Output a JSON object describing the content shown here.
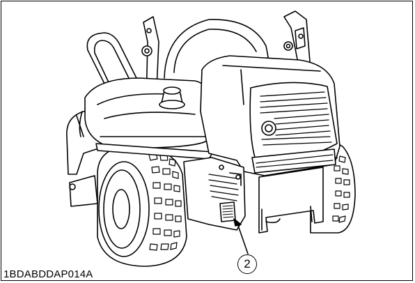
{
  "figure": {
    "code": "1BDABDDAP014A",
    "callout_number": "2",
    "subject": "zero-turn-mower-rear-view",
    "line_color": "#000000",
    "background": "#ffffff"
  }
}
